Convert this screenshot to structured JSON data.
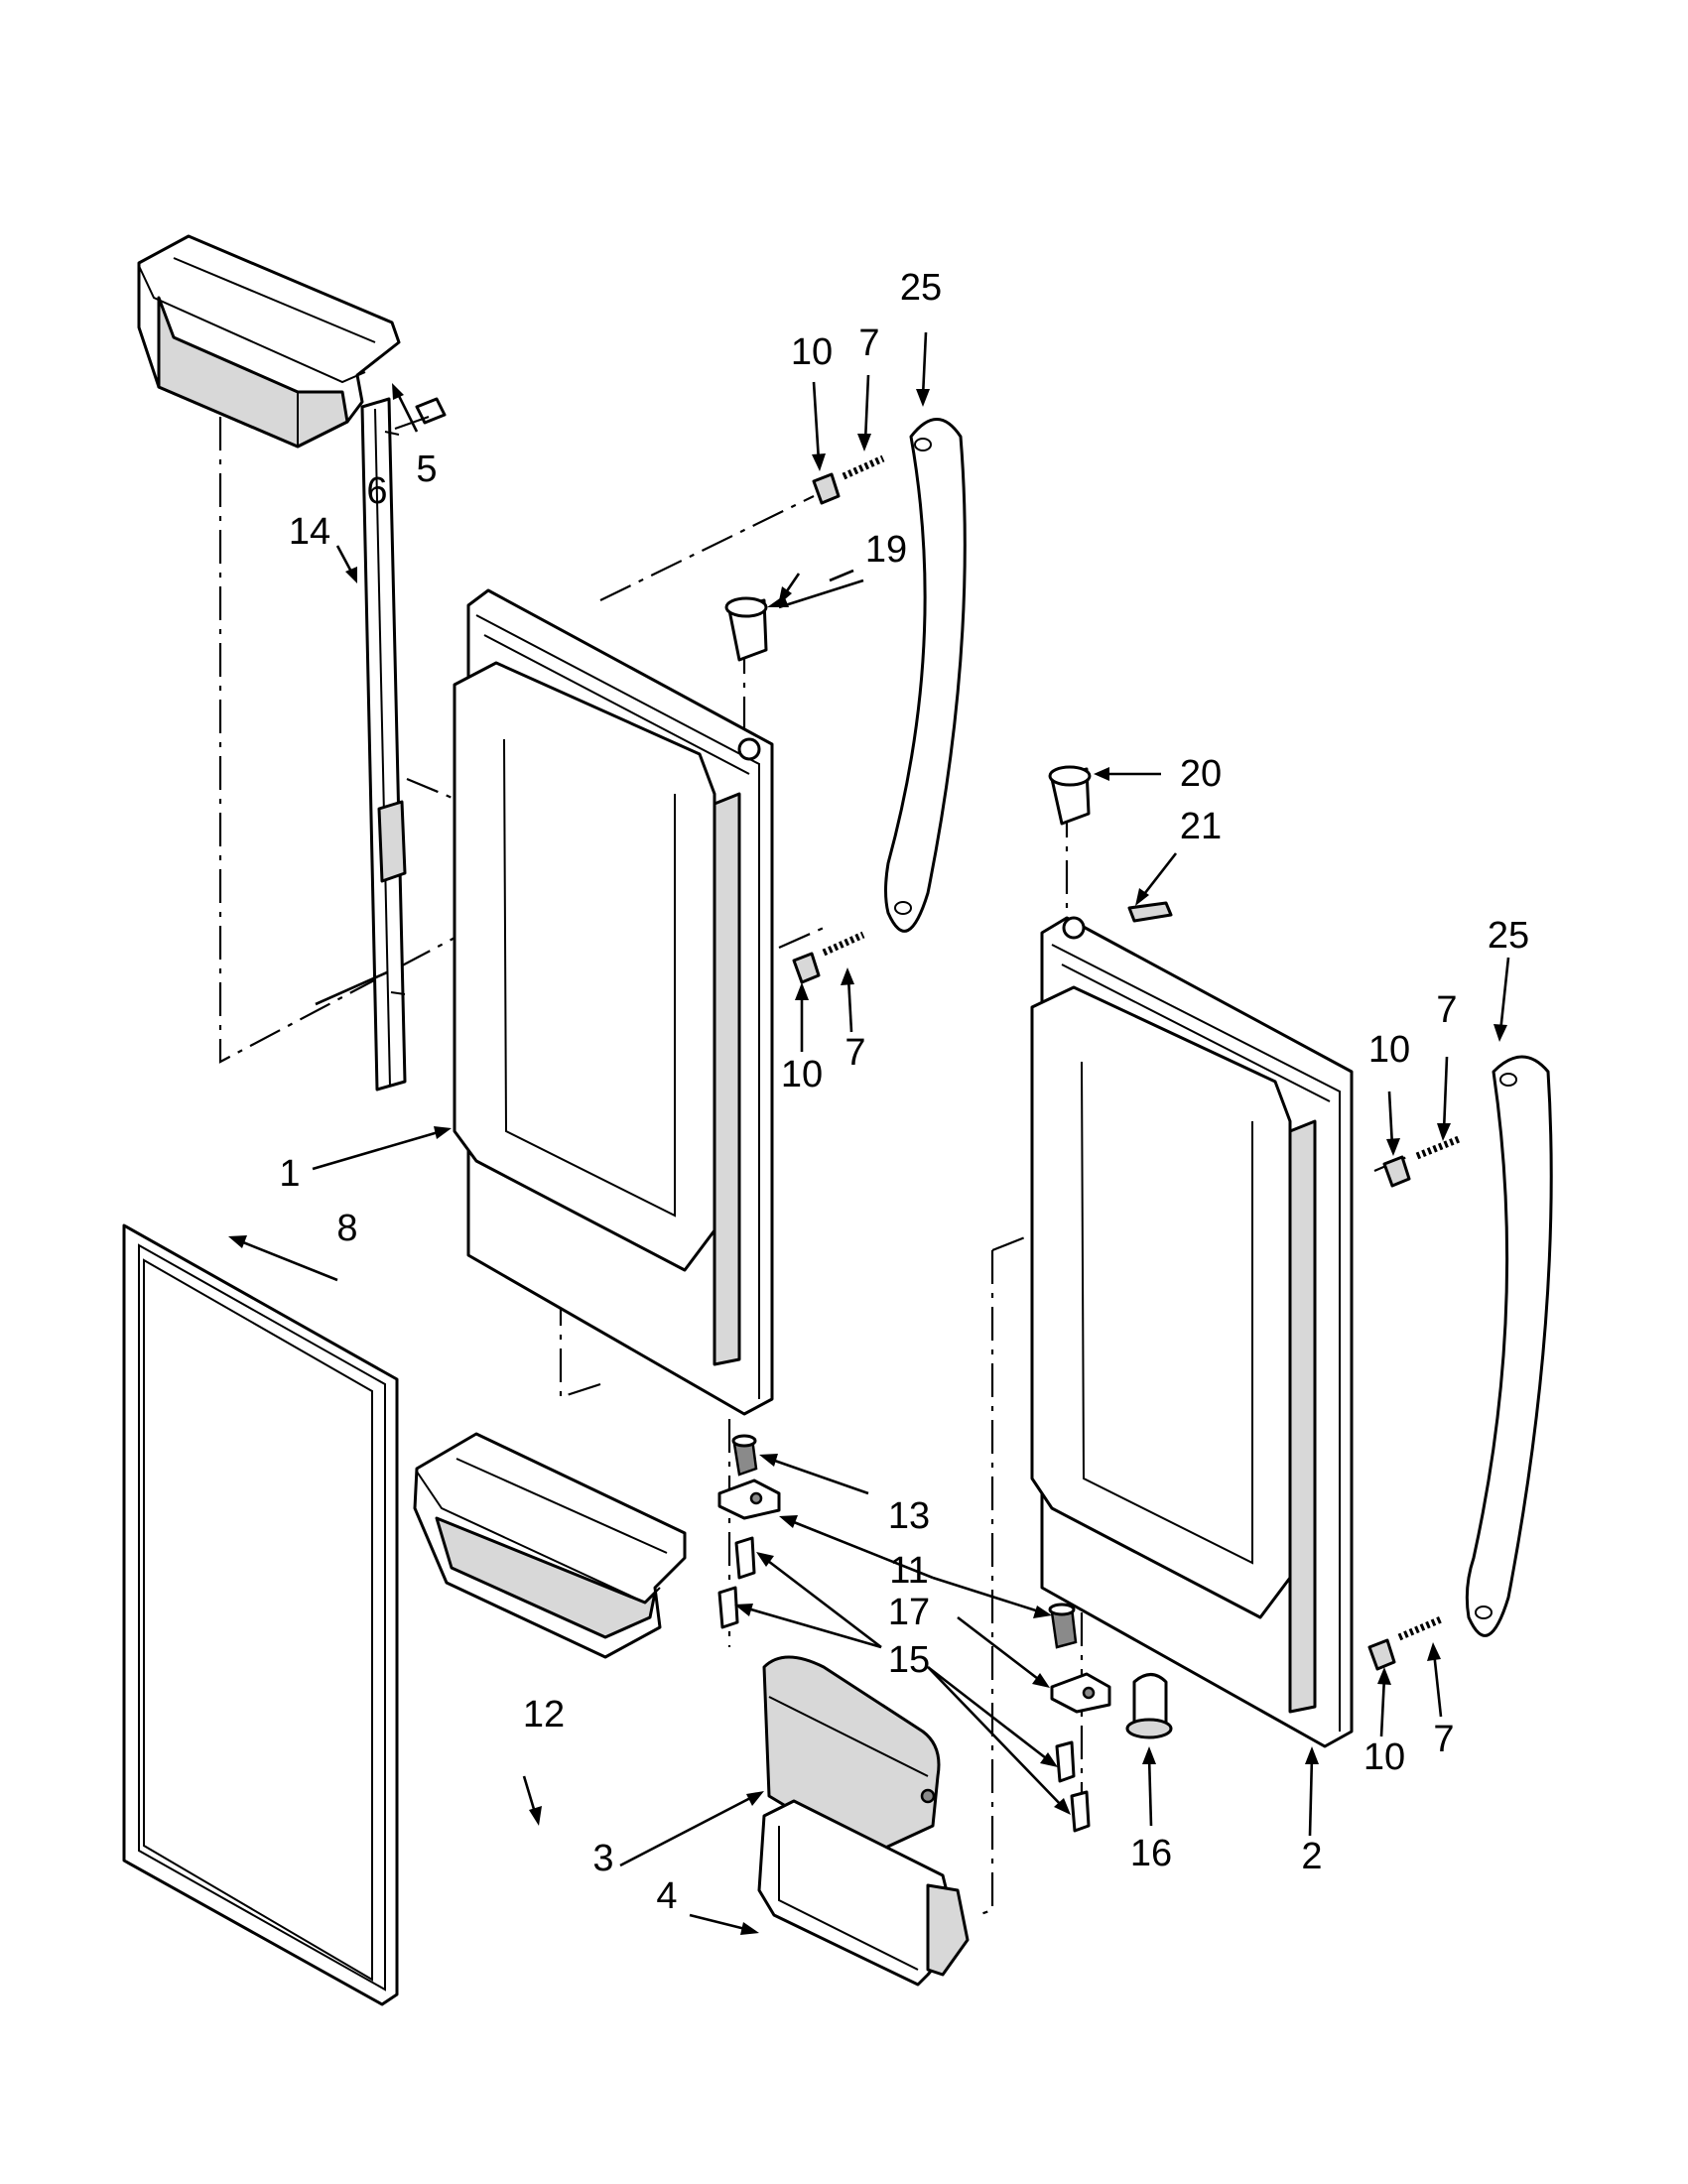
{
  "diagram": {
    "callouts": [
      {
        "id": "c25a",
        "text": "25"
      },
      {
        "id": "c7a",
        "text": "7"
      },
      {
        "id": "c10a",
        "text": "10"
      },
      {
        "id": "c5",
        "text": "5"
      },
      {
        "id": "c6",
        "text": "6"
      },
      {
        "id": "c14",
        "text": "14"
      },
      {
        "id": "c19",
        "text": "19"
      },
      {
        "id": "c20",
        "text": "20"
      },
      {
        "id": "c21",
        "text": "21"
      },
      {
        "id": "c25b",
        "text": "25"
      },
      {
        "id": "c7b",
        "text": "7"
      },
      {
        "id": "c10b",
        "text": "10"
      },
      {
        "id": "c10c",
        "text": "10"
      },
      {
        "id": "c7c",
        "text": "7"
      },
      {
        "id": "c1",
        "text": "1"
      },
      {
        "id": "c8",
        "text": "8"
      },
      {
        "id": "c13",
        "text": "13"
      },
      {
        "id": "c11",
        "text": "11"
      },
      {
        "id": "c17",
        "text": "17"
      },
      {
        "id": "c15",
        "text": "15"
      },
      {
        "id": "c12",
        "text": "12"
      },
      {
        "id": "c3",
        "text": "3"
      },
      {
        "id": "c4",
        "text": "4"
      },
      {
        "id": "c16",
        "text": "16"
      },
      {
        "id": "c2",
        "text": "2"
      },
      {
        "id": "c10d",
        "text": "10"
      },
      {
        "id": "c7d",
        "text": "7"
      }
    ]
  }
}
